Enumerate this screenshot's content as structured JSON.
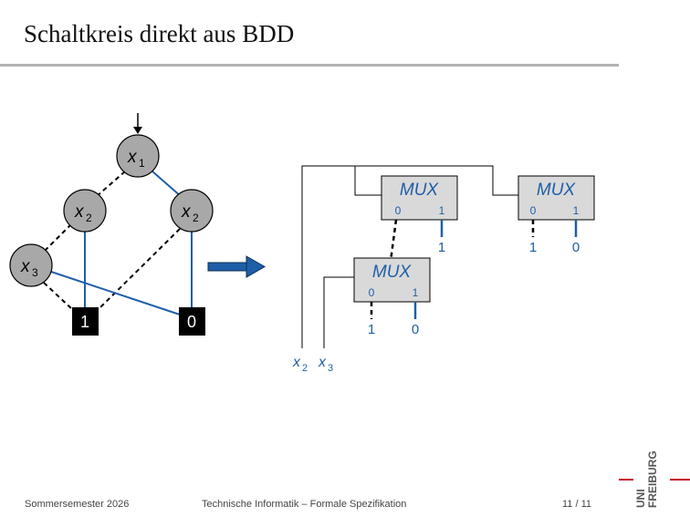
{
  "title": "Schaltkreis direkt aus BDD",
  "bdd": {
    "nodes": {
      "n1": {
        "var": "x",
        "sub": "1"
      },
      "n2l": {
        "var": "x",
        "sub": "2"
      },
      "n2r": {
        "var": "x",
        "sub": "2"
      },
      "n3": {
        "var": "x",
        "sub": "3"
      }
    },
    "terminals": {
      "one": "1",
      "zero": "0"
    }
  },
  "circuit": {
    "mux_label": "MUX",
    "mux1": {
      "in0": "0",
      "in1": "1",
      "val1": "1"
    },
    "mux2": {
      "in0": "0",
      "in1": "1",
      "val0": "1",
      "val1": "0"
    },
    "mux3": {
      "in0": "0",
      "in1": "1",
      "val0": "1",
      "val1": "0"
    },
    "select_vars": [
      {
        "var": "x",
        "sub": "2"
      },
      {
        "var": "x",
        "sub": "3"
      }
    ]
  },
  "colors": {
    "accent_blue": "#1f5fa8",
    "node_gray": "#a8a8a8",
    "mux_fill": "#d9d9d9",
    "arrow": "#1f5fa8"
  },
  "footer": {
    "left": "Sommersemester 2026",
    "center": "Technische Informatik – Formale Spezifikation",
    "page": "11 / 11"
  },
  "logo": {
    "text_1": "UNI",
    "text_2": "FREIBURG"
  }
}
